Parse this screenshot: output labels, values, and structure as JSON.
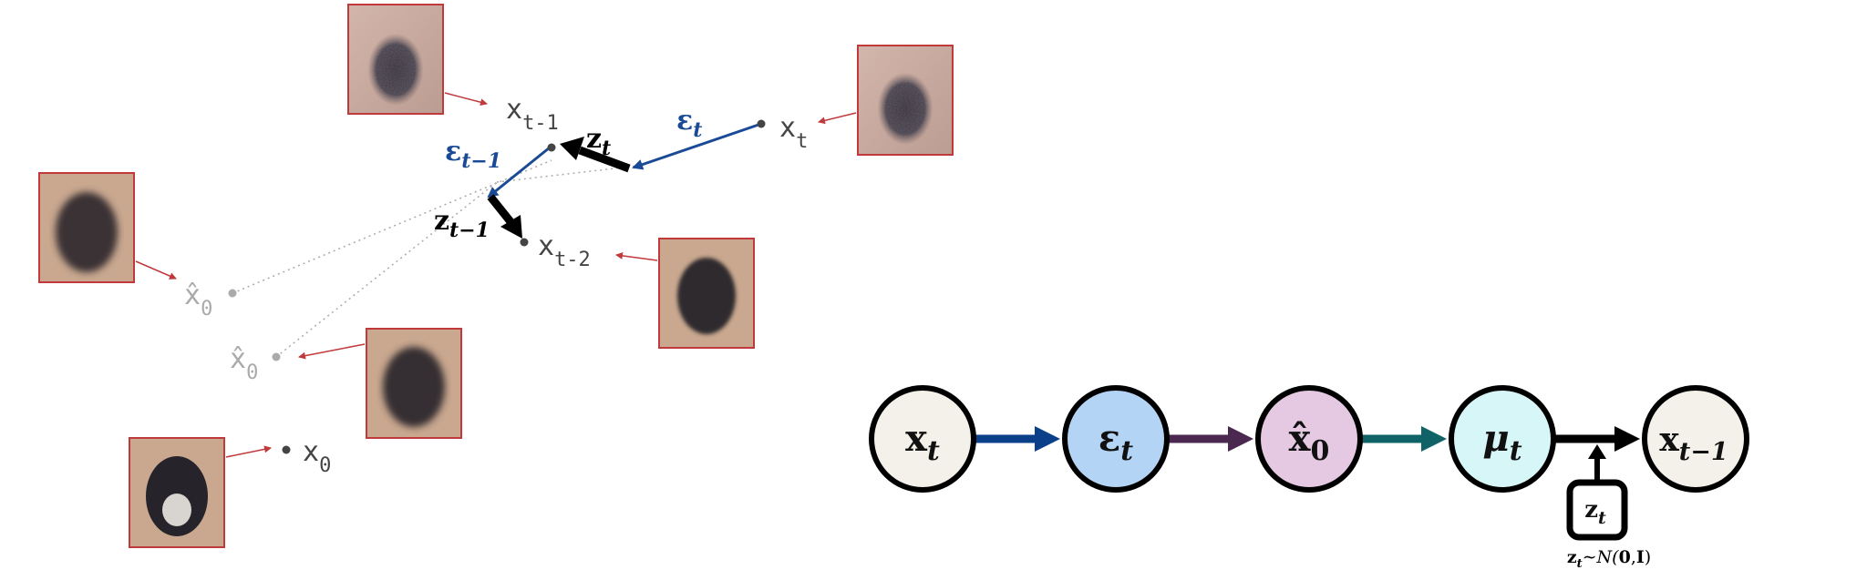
{
  "trajectory": {
    "x_t": {
      "base": "x",
      "sub": "t"
    },
    "x_t_minus_1": {
      "base": "x",
      "sub": "t-1"
    },
    "x_t_minus_2": {
      "base": "x",
      "sub": "t-2"
    },
    "x_0": {
      "base": "x",
      "sub": "0"
    },
    "x0_hat_a": {
      "base": "x̂",
      "sub": "0"
    },
    "x0_hat_b": {
      "base": "x̂",
      "sub": "0"
    },
    "eps_t": {
      "base": "ε",
      "sub": "t"
    },
    "eps_t_minus_1": {
      "base": "ε",
      "sub": "t−1"
    },
    "z_t": {
      "base": "z",
      "sub": "t"
    },
    "z_t_minus_1": {
      "base": "z",
      "sub": "t−1"
    }
  },
  "graph": {
    "nodes": [
      {
        "id": "xt",
        "base": "x",
        "sub": "t",
        "fill": "#f4f1ea"
      },
      {
        "id": "eps",
        "base": "ε",
        "sub": "t",
        "fill": "#b3d4f5"
      },
      {
        "id": "x0hat",
        "base": "x̂",
        "sub": "0",
        "fill": "#e5c9e3"
      },
      {
        "id": "mu",
        "base": "μ",
        "sub": "t",
        "fill": "#d6f6f8"
      },
      {
        "id": "xprev",
        "base": "x",
        "sub": "t−1",
        "fill": "#f4f1ea"
      }
    ],
    "noise_box": {
      "base": "z",
      "sub": "t"
    },
    "noise_caption": {
      "pre": "z",
      "sub": "t",
      "mid": "∼N(",
      "bold0": "0",
      "comma": ",",
      "boldI": "I",
      "close": ")"
    },
    "arrow_colors": [
      "#0b3f8a",
      "#4a2850",
      "#0f6266",
      "#000000"
    ]
  },
  "colors": {
    "frame": "#c0393b",
    "blue": "#1a4a96",
    "dot": "#444444",
    "faint": "#aaaaaa"
  }
}
